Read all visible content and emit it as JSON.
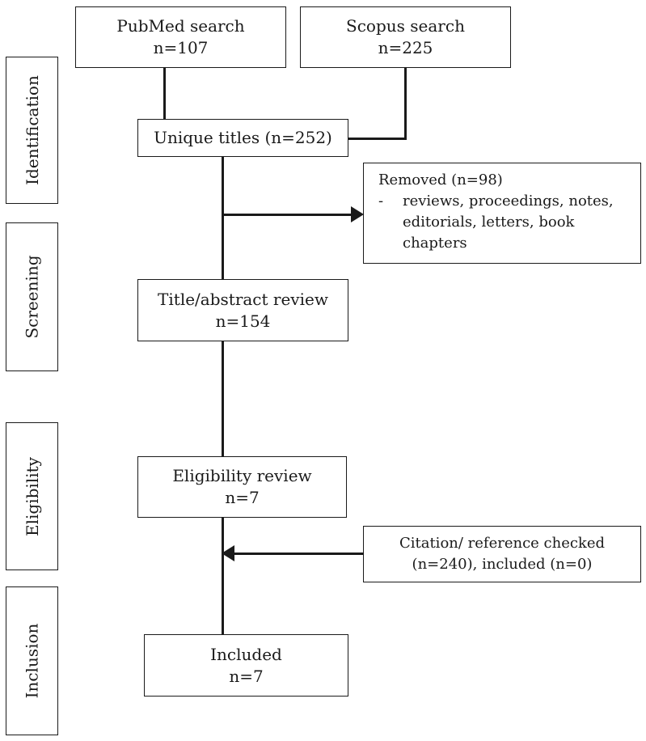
{
  "stages": {
    "identification": "Identification",
    "screening": "Screening",
    "eligibility": "Eligibility",
    "inclusion": "Inclusion"
  },
  "boxes": {
    "pubmed": {
      "title": "PubMed search",
      "count": "n=107"
    },
    "scopus": {
      "title": "Scopus search",
      "count": "n=225"
    },
    "unique": {
      "title": "Unique titles (n=252)"
    },
    "removed": {
      "title": "Removed (n=98)",
      "bullet": "-",
      "item_lines": [
        "reviews, proceedings, notes,",
        "editorials, letters, book",
        "chapters"
      ]
    },
    "title_abstract": {
      "title": "Title/abstract review",
      "count": "n=154"
    },
    "eligibility": {
      "title": "Eligibility review",
      "count": "n=7"
    },
    "citation": {
      "line1": "Citation/ reference checked",
      "line2": "(n=240), included (n=0)"
    },
    "included": {
      "title": "Included",
      "count": "n=7"
    }
  }
}
